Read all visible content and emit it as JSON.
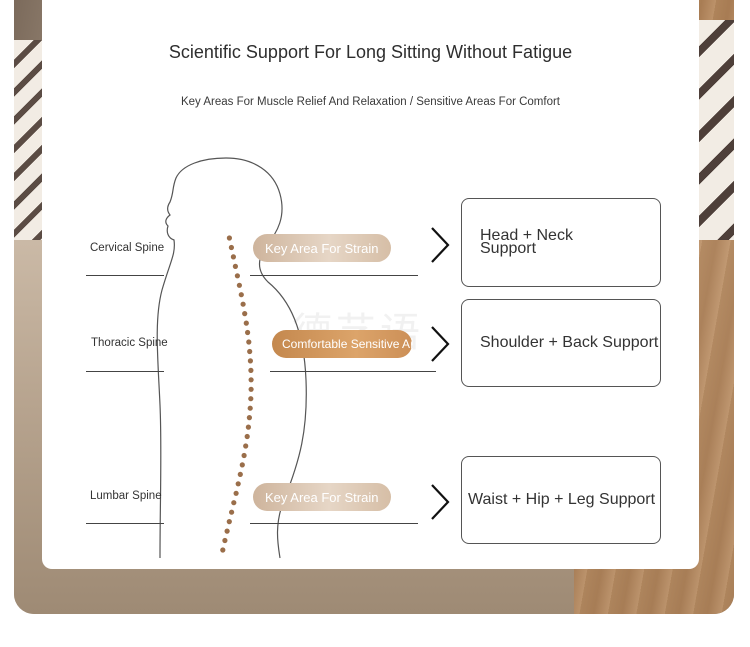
{
  "header": {
    "title": "Scientific Support For Long Sitting Without Fatigue",
    "subtitle": "Key Areas For Muscle Relief And Relaxation / Sensitive Areas For Comfort"
  },
  "spine_labels": {
    "cervical": "Cervical Spine",
    "thoracic": "Thoracic Spine",
    "lumbar": "Lumbar Spine"
  },
  "pills": {
    "cervical": "Key Area For Strain",
    "thoracic": "Comfortable Sensitive Area",
    "lumbar": "Key Area For Strain"
  },
  "supports": {
    "head_line1": "Head + Neck",
    "head_line2": "Support",
    "shoulder": "Shoulder + Back Support",
    "waist": "Waist + Hip + Leg Support"
  },
  "watermark": "德艺语",
  "colors": {
    "strain_pill": "#d6bea6",
    "comfort_pill": "#d49a60",
    "spine_dots": "#9a6e4a"
  }
}
